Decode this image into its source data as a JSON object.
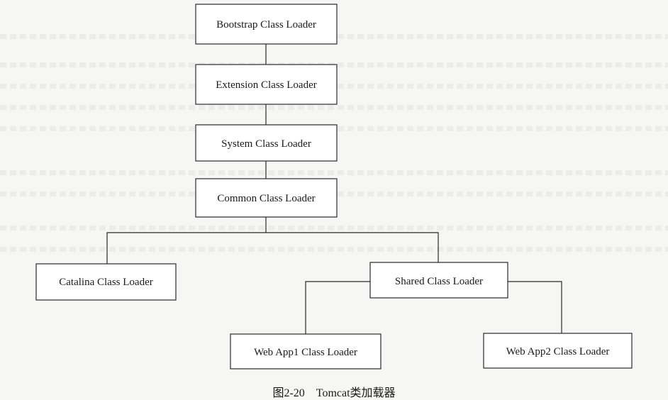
{
  "diagram": {
    "nodes": [
      {
        "id": "bootstrap",
        "label": "Bootstrap Class Loader"
      },
      {
        "id": "extension",
        "label": "Extension Class Loader"
      },
      {
        "id": "system",
        "label": "System Class Loader"
      },
      {
        "id": "common",
        "label": "Common Class Loader"
      },
      {
        "id": "catalina",
        "label": "Catalina Class Loader"
      },
      {
        "id": "shared",
        "label": "Shared Class Loader"
      },
      {
        "id": "webapp1",
        "label": "Web App1 Class Loader"
      },
      {
        "id": "webapp2",
        "label": "Web App2 Class Loader"
      }
    ],
    "edges": [
      {
        "from": "bootstrap",
        "to": "extension"
      },
      {
        "from": "extension",
        "to": "system"
      },
      {
        "from": "system",
        "to": "common"
      },
      {
        "from": "common",
        "to": "catalina"
      },
      {
        "from": "common",
        "to": "shared"
      },
      {
        "from": "shared",
        "to": "webapp1"
      },
      {
        "from": "shared",
        "to": "webapp2"
      }
    ]
  },
  "caption": "图2-20　Tomcat类加载器"
}
